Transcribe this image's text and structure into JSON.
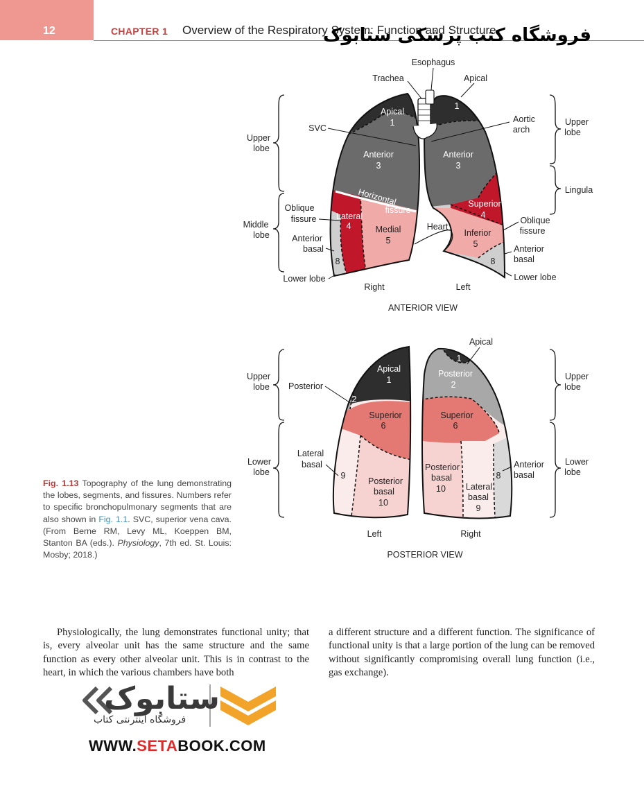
{
  "header": {
    "page_number": "12",
    "chapter": "CHAPTER 1",
    "title": "Overview of the Respiratory System: Function and Structure",
    "watermark": "فروشگاه کتب پزشکی ستابوک"
  },
  "figure": {
    "anterior": {
      "view_title": "ANTERIOR VIEW",
      "labels": {
        "esophagus": "Esophagus",
        "trachea": "Trachea",
        "apical_top": "Apical",
        "svc": "SVC",
        "aortic": "Aortic",
        "arch": "arch",
        "upper_left": "Upper",
        "lobe_left": "lobe",
        "upper_right": "Upper",
        "lobe_right": "lobe",
        "lingula": "Lingula",
        "middle": "Middle",
        "middle_lobe": "lobe",
        "oblique_l1": "Oblique",
        "oblique_l2": "fissure",
        "oblique_r1": "Oblique",
        "oblique_r2": "fissure",
        "ant_basal_l1": "Anterior",
        "ant_basal_l2": "basal",
        "ant_basal_r1": "Anterior",
        "ant_basal_r2": "basal",
        "lower_lobe_l": "Lower lobe",
        "lower_lobe_r": "Lower lobe",
        "right": "Right",
        "left": "Left",
        "heart": "Heart",
        "horizontal": "Horizontal",
        "fissure": "fissure"
      },
      "segments": {
        "r_apical": "Apical",
        "r_apical_n": "1",
        "r_anterior": "Anterior",
        "r_anterior_n": "3",
        "r_lateral": "Lateral",
        "r_lateral_n": "4",
        "r_medial": "Medial",
        "r_medial_n": "5",
        "r_8": "8",
        "l_1": "1",
        "l_anterior": "Anterior",
        "l_anterior_n": "3",
        "l_superior": "Superior",
        "l_superior_n": "4",
        "l_inferior": "Inferior",
        "l_inferior_n": "5",
        "l_8": "8"
      }
    },
    "posterior": {
      "view_title": "POSTERIOR VIEW",
      "labels": {
        "apical_top": "Apical",
        "upper_l": "Upper",
        "lobe_ul": "lobe",
        "upper_r": "Upper",
        "lobe_ur": "lobe",
        "lower_l": "Lower",
        "lobe_ll": "lobe",
        "lower_r": "Lower",
        "lobe_lr": "lobe",
        "posterior": "Posterior",
        "lat_basal_1": "Lateral",
        "lat_basal_2": "basal",
        "ant_basal_1": "Anterior",
        "ant_basal_2": "basal",
        "left": "Left",
        "right": "Right"
      },
      "segments": {
        "l_apical": "Apical",
        "l_apical_n": "1",
        "l_2": "2",
        "l_superior": "Superior",
        "l_superior_n": "6",
        "l_9": "9",
        "l_post_basal_1": "Posterior",
        "l_post_basal_2": "basal",
        "l_post_basal_n": "10",
        "r_1": "1",
        "r_posterior": "Posterior",
        "r_posterior_n": "2",
        "r_superior": "Superior",
        "r_superior_n": "6",
        "r_post_basal_1": "Posterior",
        "r_post_basal_2": "basal",
        "r_post_basal_n": "10",
        "r_lat_basal_1": "Lateral",
        "r_lat_basal_2": "basal",
        "r_lat_basal_n": "9",
        "r_8": "8"
      }
    },
    "colors": {
      "apical": "#2e2e2e",
      "anterior_grey": "#6b6b6b",
      "dark_red": "#c0182a",
      "pink": "#f0aaa8",
      "light_grey": "#cfcfcf",
      "salmon": "#e47872",
      "pale_pink": "#f6d2d1",
      "very_pale": "#fbecec"
    }
  },
  "caption": {
    "fig_label": "Fig. 1.13",
    "text_1": " Topography of the lung demonstrating the lobes, segments, and fissures. Numbers refer to specific bronchopulmonary segments that are also shown in ",
    "ref": "Fig. 1.1",
    "text_2": ". SVC, superior vena cava. (From Berne RM, Levy ML, Koeppen BM, Stanton BA (eds.). ",
    "italic": "Physiology",
    "text_3": ", 7th ed. St. Louis: Mosby; 2018.)"
  },
  "body": {
    "col1": "Physiologically, the lung demonstrates functional unity; that is, every alveolar unit has the same structure and the same function as every other alveolar unit. This is in contrast to the heart, in which the various chambers have both",
    "col2": "a different structure and a different function. The significance of functional unity is that a large portion of the lung can be removed without significantly compromising overall lung function (i.e., gas exchange)."
  },
  "logo": {
    "name": "ستابوک",
    "tagline": "فروشگاه اینترنتی کتاب",
    "url_pre": "WWW.",
    "url_red": "SETA",
    "url_post": "BOOK.COM"
  }
}
